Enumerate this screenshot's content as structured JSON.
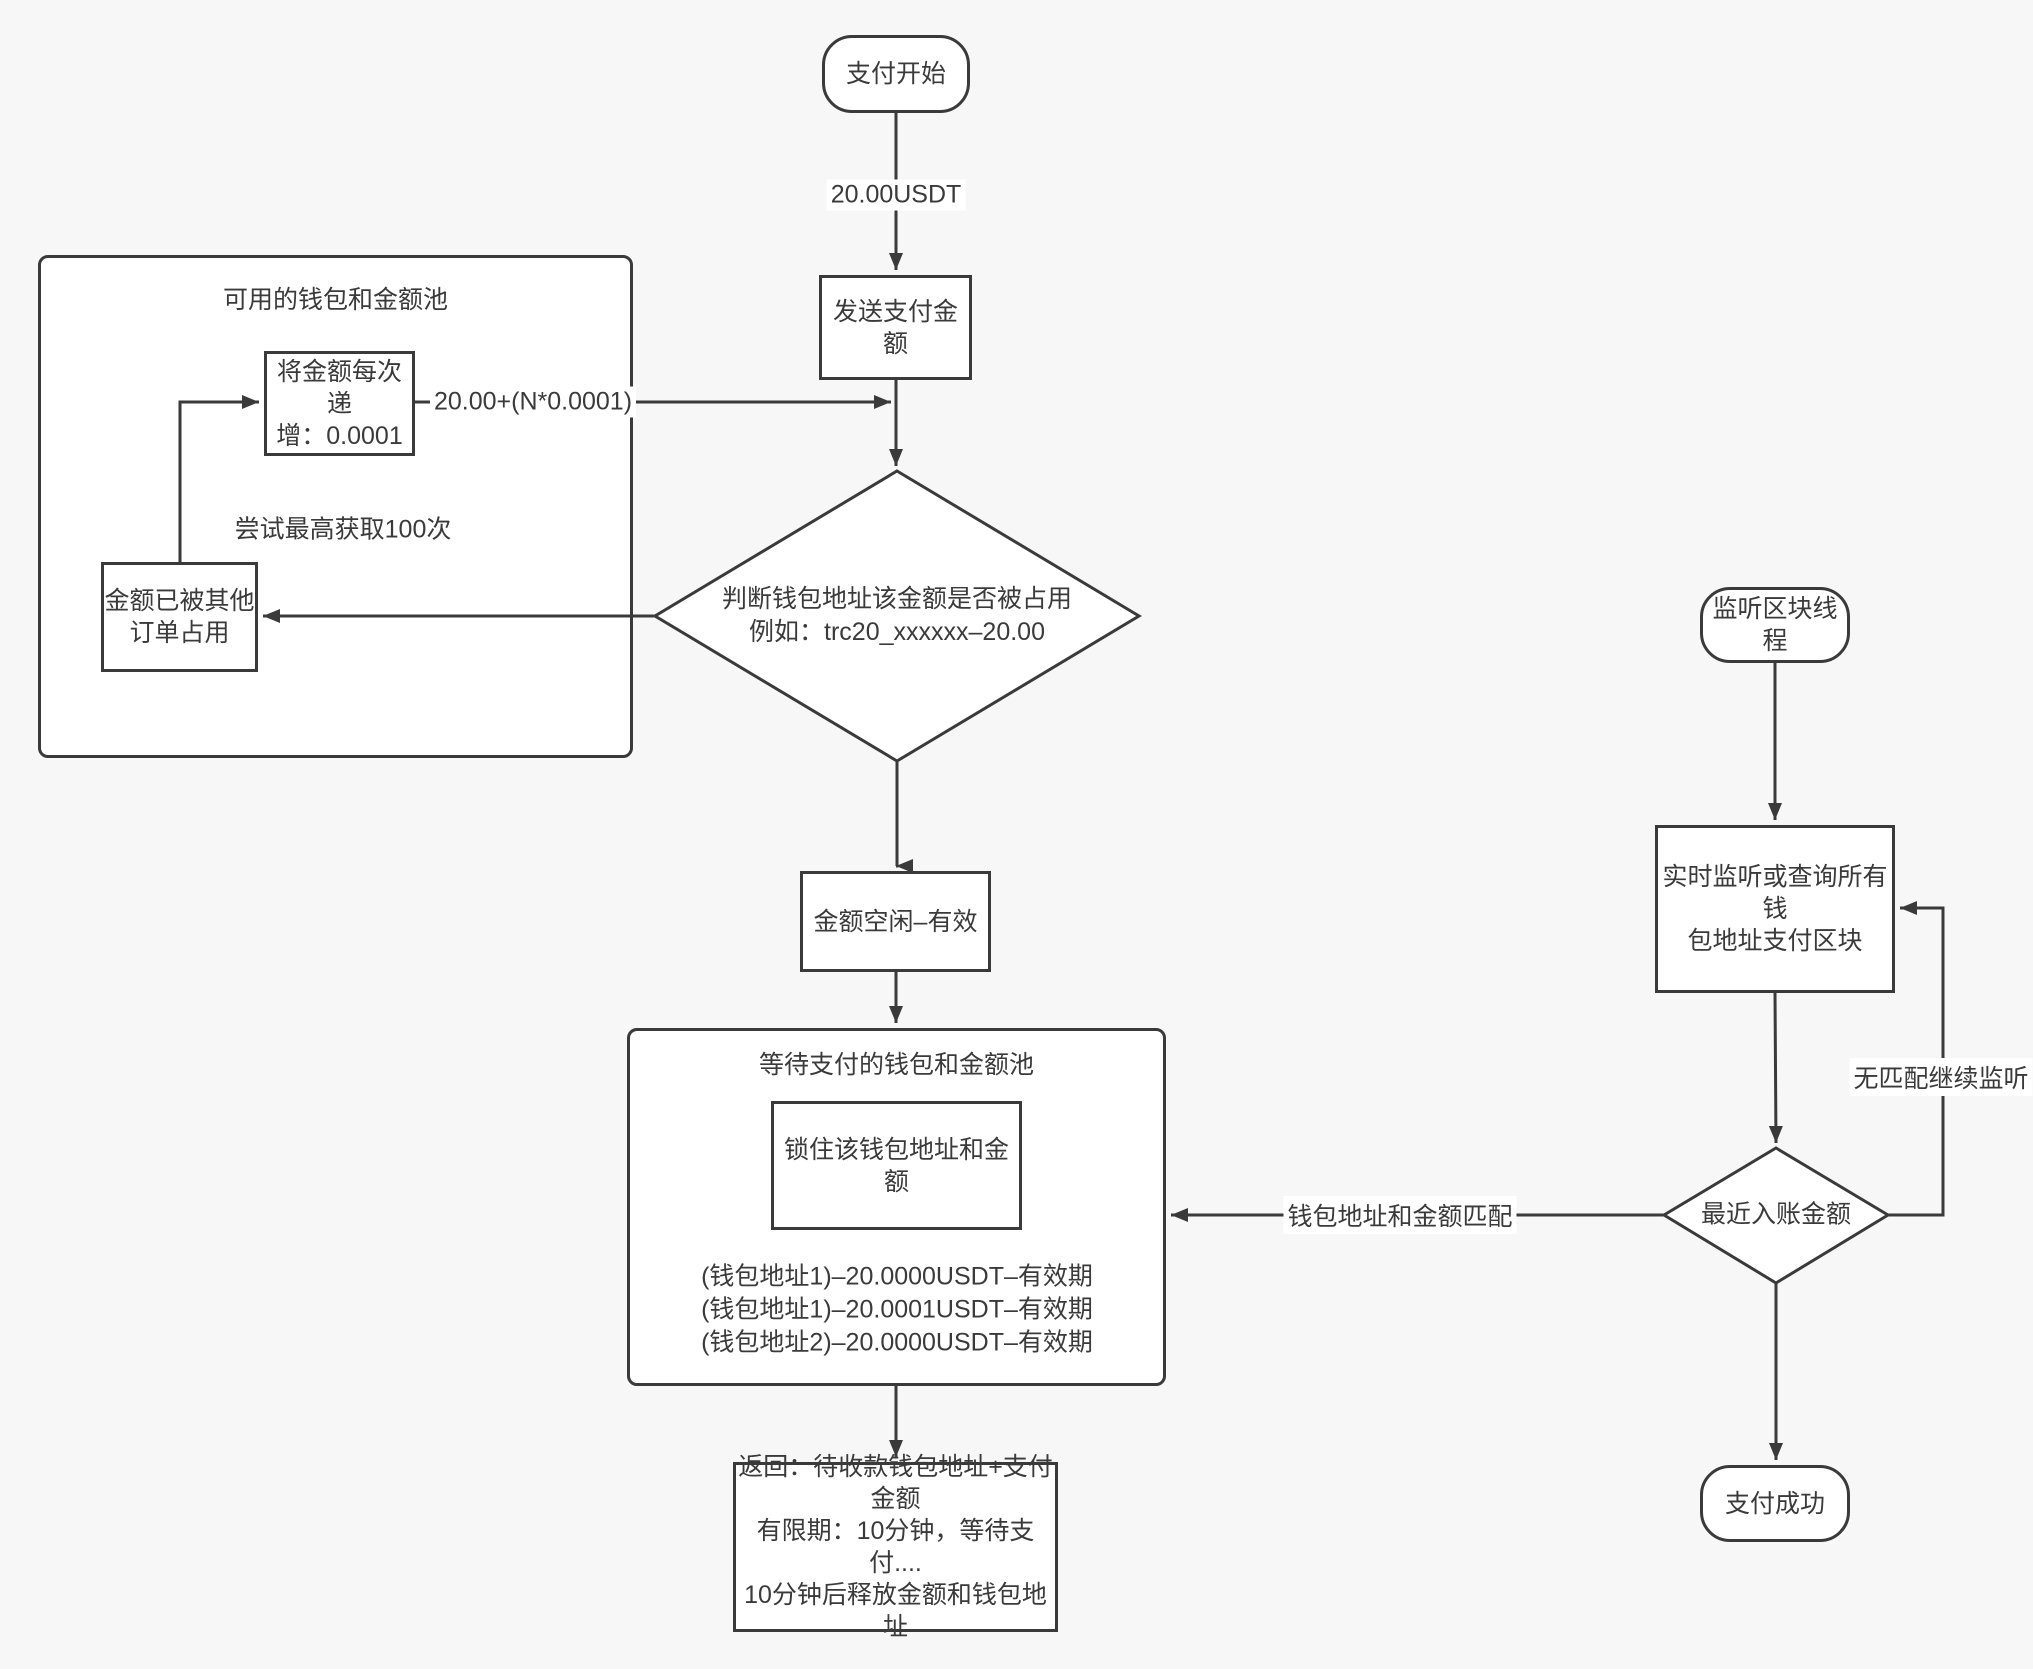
{
  "canvas": {
    "background": "#f7f7f7",
    "node_fill": "#ffffff",
    "stroke_color": "#3a3a3a",
    "text_color": "#3a3a3a"
  },
  "nodes": {
    "start": {
      "label": "支付开始"
    },
    "send": {
      "label": "发送支付金额"
    },
    "left_pool": {
      "title": "可用的钱包和金额池",
      "increment": {
        "line1": "将金额每次递",
        "line2": "增：0.0001"
      },
      "retry_note": "尝试最高获取100次",
      "occupied": {
        "line1": "金额已被其他",
        "line2": "订单占用"
      }
    },
    "check": {
      "line1": "判断钱包地址该金额是否被占用",
      "line2": "例如：trc20_xxxxxx–20.00"
    },
    "free": {
      "label": "金额空闲–有效"
    },
    "wait_pool": {
      "title": "等待支付的钱包和金额池",
      "lock": "锁住该钱包地址和金额",
      "entries": [
        "(钱包地址1)–20.0000USDT–有效期",
        "(钱包地址1)–20.0001USDT–有效期",
        "(钱包地址2)–20.0000USDT–有效期"
      ]
    },
    "return_info": {
      "line1": "返回：待收款钱包地址+支付金额",
      "line2": "有限期：10分钟，等待支付....",
      "line3": "10分钟后释放金额和钱包地址"
    },
    "listener": {
      "label": "监听区块线程"
    },
    "monitor": {
      "line1": "实时监听或查询所有钱",
      "line2": "包地址支付区块"
    },
    "recent": {
      "label": "最近入账金额"
    },
    "success": {
      "label": "支付成功"
    }
  },
  "edges": {
    "amount": "20.00USDT",
    "increment_formula": "20.00+(N*0.0001)",
    "match": "钱包地址和金额匹配",
    "no_match": "无匹配继续监听"
  }
}
